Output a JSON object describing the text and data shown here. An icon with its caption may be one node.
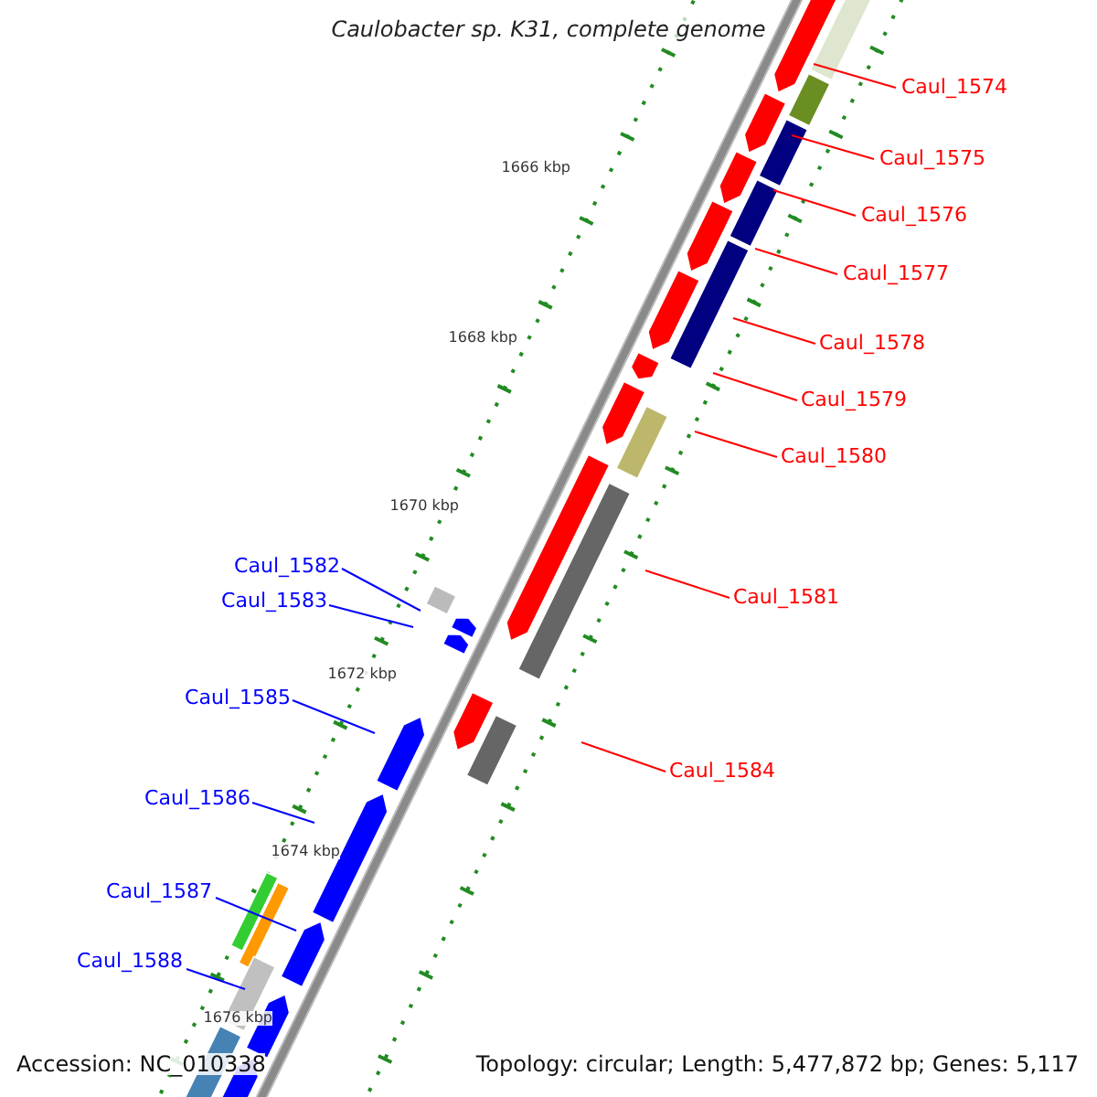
{
  "diagram": {
    "title": "Caulobacter sp. K31, complete genome",
    "nodes": [
      {
        "text": [
          "Caul_1574"
        ]
      },
      {
        "text": [
          "Caul_1575"
        ]
      },
      {
        "text": [
          "Caul_1576"
        ]
      },
      {
        "text": [
          "Caul_1577"
        ]
      },
      {
        "text": [
          "Caul_1578"
        ]
      },
      {
        "text": [
          "Caul_1579"
        ]
      },
      {
        "text": [
          "Caul_1580"
        ]
      },
      {
        "text": [
          "Caul_1581"
        ]
      },
      {
        "text": [
          "Caul_1582"
        ]
      },
      {
        "text": [
          "Caul_1583"
        ]
      },
      {
        "text": [
          "Caul_1584"
        ]
      },
      {
        "text": [
          "Caul_1585"
        ]
      },
      {
        "text": [
          "Caul_1586"
        ]
      },
      {
        "text": [
          "Caul_1587"
        ]
      },
      {
        "text": [
          "Caul_1588"
        ]
      }
    ],
    "edges": [
      {
        "from": 0,
        "to": null,
        "arrow": "none"
      },
      {
        "from": 1,
        "to": null,
        "arrow": "none"
      },
      {
        "from": 2,
        "to": null,
        "arrow": "none"
      },
      {
        "from": 3,
        "to": null,
        "arrow": "none"
      },
      {
        "from": 4,
        "to": null,
        "arrow": "none"
      },
      {
        "from": 5,
        "to": null,
        "arrow": "none"
      },
      {
        "from": 6,
        "to": null,
        "arrow": "none"
      },
      {
        "from": 7,
        "to": null,
        "arrow": "none"
      },
      {
        "from": 8,
        "to": null,
        "arrow": "none",
        "color": "#0000ff"
      },
      {
        "from": 9,
        "to": null,
        "arrow": "none",
        "color": "#0000ff"
      },
      {
        "from": 10,
        "to": null,
        "arrow": "none"
      },
      {
        "from": 11,
        "to": null,
        "arrow": "none",
        "color": "#0000ff"
      },
      {
        "from": 12,
        "to": null,
        "arrow": "none",
        "color": "#0000ff"
      },
      {
        "from": 13,
        "to": null,
        "arrow": "none",
        "color": "#0000ff"
      },
      {
        "from": 14,
        "to": null,
        "arrow": "none",
        "color": "#0000ff"
      }
    ],
    "labels": [
      "1666 kbp",
      "1668 kbp",
      "1670 kbp",
      "1672 kbp",
      "1674 kbp",
      "1676 kbp",
      "Accession: NC_010338",
      "Topology: circular; Length: 5,477,872 bp; Genes: 5,117"
    ]
  }
}
